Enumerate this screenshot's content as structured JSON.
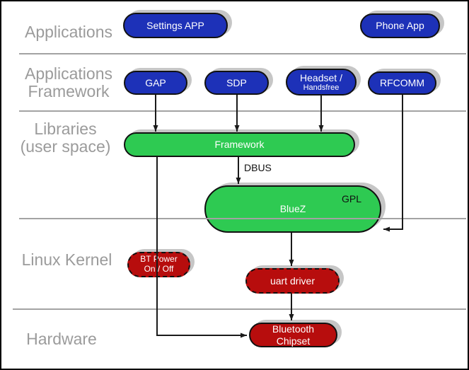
{
  "diagram": {
    "layers": {
      "applications": {
        "label": "Applications"
      },
      "applications_framework": {
        "line1": "Applications",
        "line2": "Framework"
      },
      "libraries": {
        "line1": "Libraries",
        "line2": "(user space)"
      },
      "linux_kernel": {
        "label": "Linux Kernel"
      },
      "hardware": {
        "label": "Hardware"
      }
    },
    "nodes": {
      "settings_app": {
        "label": "Settings APP"
      },
      "phone_app": {
        "label": "Phone App"
      },
      "gap": {
        "label": "GAP"
      },
      "sdp": {
        "label": "SDP"
      },
      "headset": {
        "line1": "Headset /",
        "line2": "Handsfree"
      },
      "rfcomm": {
        "label": "RFCOMM"
      },
      "framework": {
        "label": "Framework"
      },
      "bluez": {
        "label": "BlueZ",
        "badge": "GPL"
      },
      "bt_power": {
        "line1": "BT Power",
        "line2": "On / Off"
      },
      "uart_driver": {
        "label": "uart driver"
      },
      "bluetooth_chipset": {
        "line1": "Bluetooth",
        "line2": "Chipset"
      }
    },
    "edge_labels": {
      "dbus": "DBUS"
    },
    "colors": {
      "app_blue": "#1d31b8",
      "lib_green": "#2eca52",
      "kernel_red": "#b70d0d",
      "label_gray": "#9b9b9b",
      "separator_gray": "#a3a3a3",
      "shadow_gray": "#c6c6c6",
      "connector_black": "#1a1a1a"
    }
  }
}
